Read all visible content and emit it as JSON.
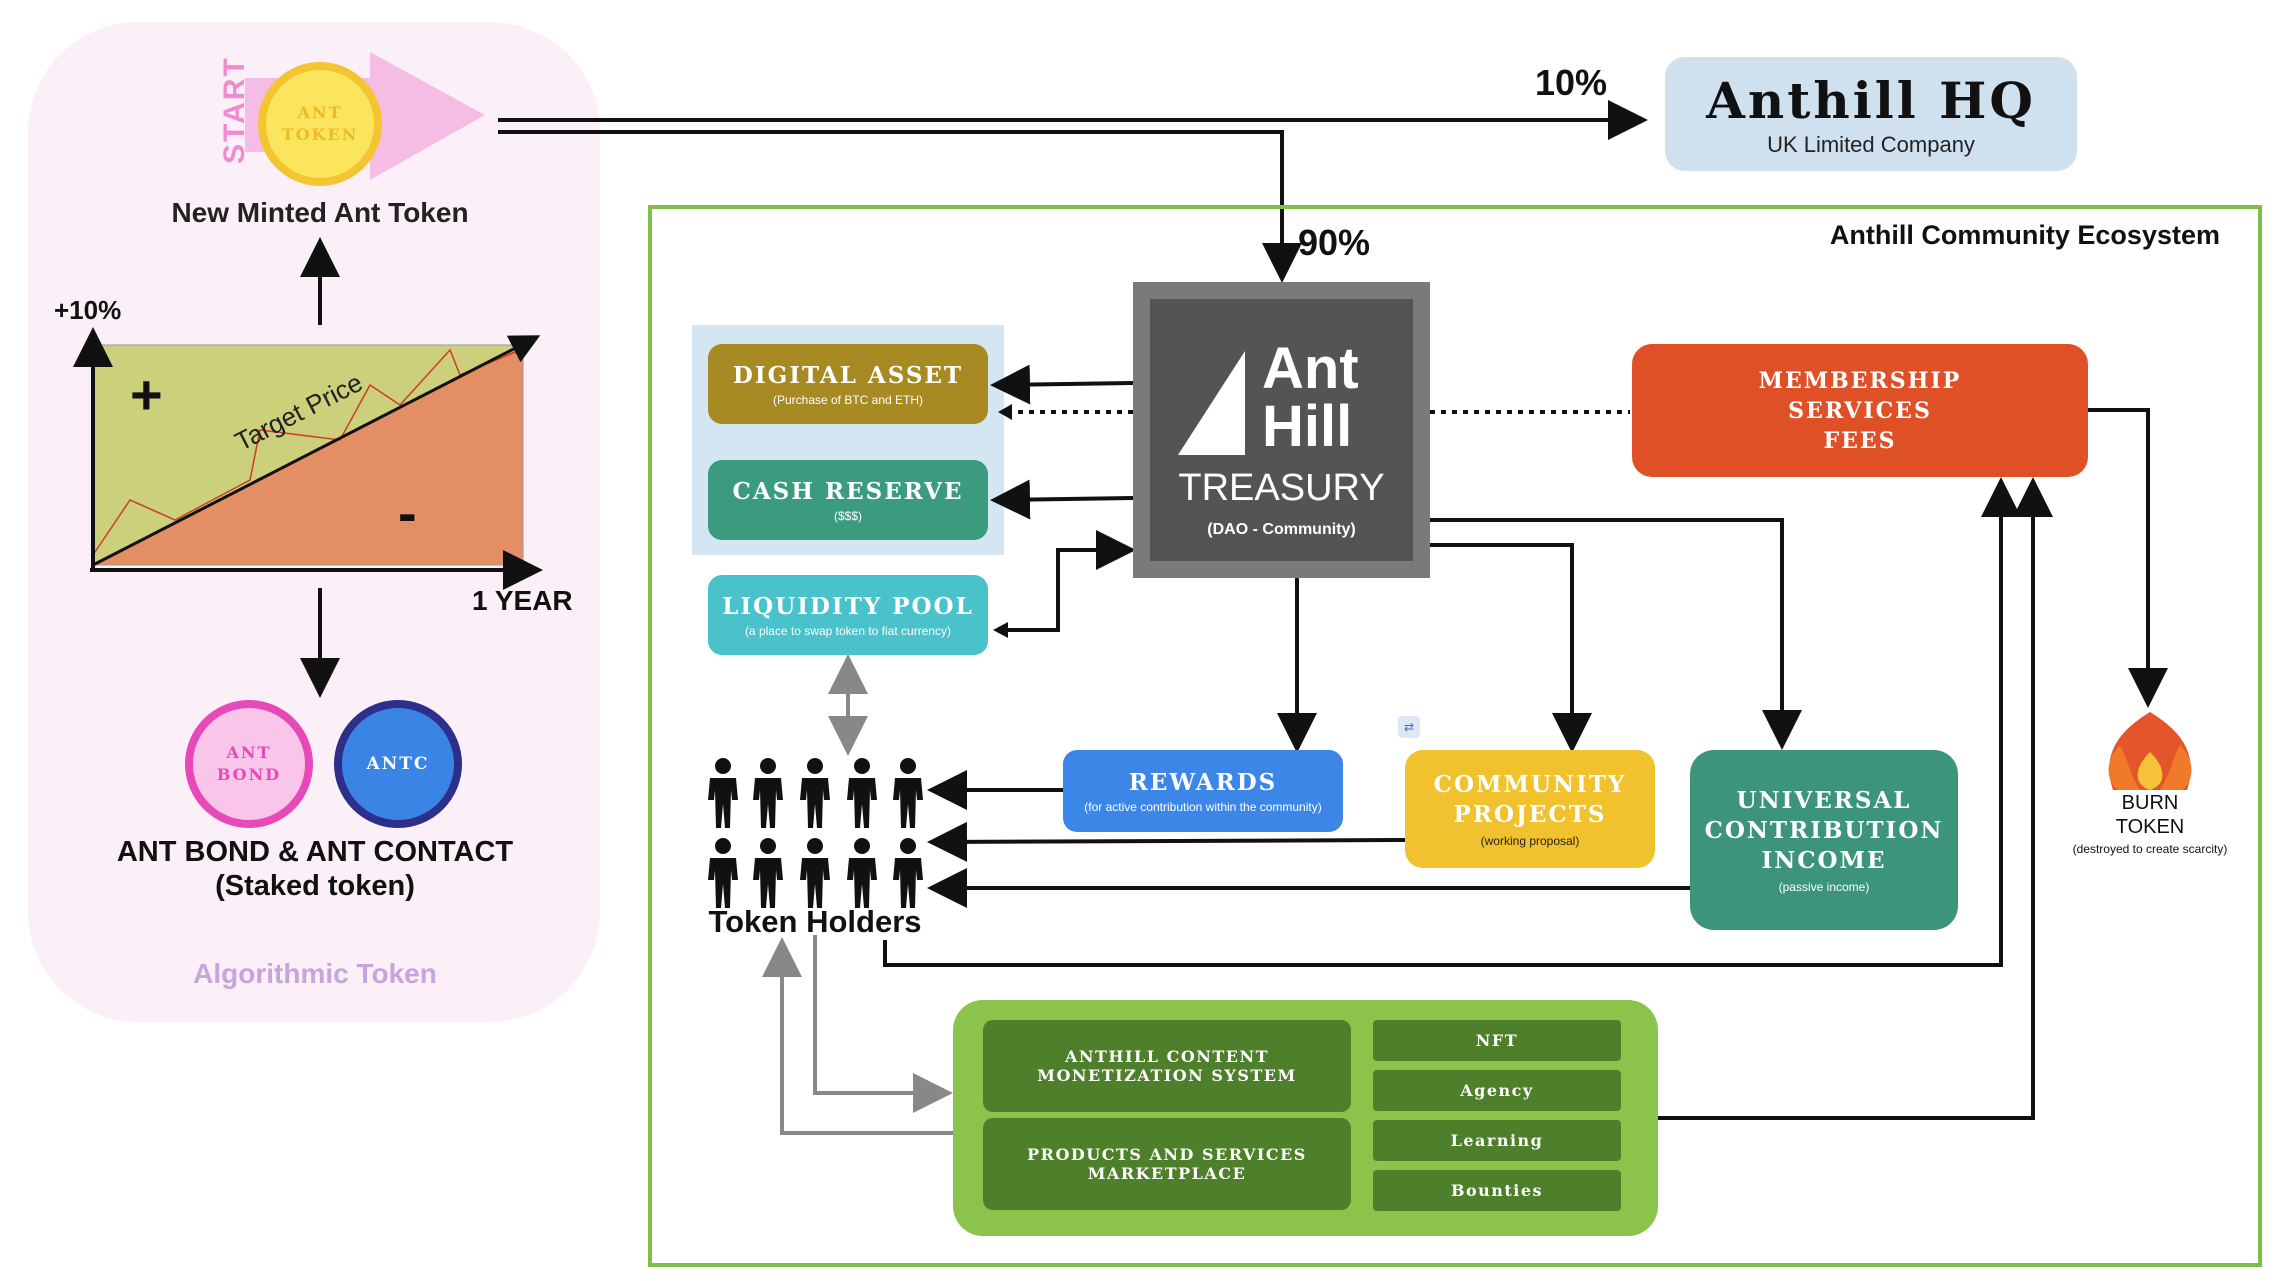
{
  "algorithmic": {
    "start": "START",
    "token_coin": "ANT TOKEN",
    "minted_label": "New Minted Ant Token",
    "plus10": "+10%",
    "plus_sign": "+",
    "minus_sign": "-",
    "target_price": "Target Price",
    "one_year": "1 YEAR",
    "bond_coin": "ANT BOND",
    "antc_coin": "ANTC",
    "staked_line1": "ANT BOND & ANT CONTACT",
    "staked_line2": "(Staked token)",
    "panel_title": "Algorithmic Token"
  },
  "flows": {
    "pct_hq": "10%",
    "pct_treasury": "90%"
  },
  "hq": {
    "title": "Anthill HQ",
    "subtitle": "UK Limited Company"
  },
  "ecosystem": {
    "title": "Anthill Community Ecosystem"
  },
  "treasury": {
    "logo_line1": "Ant",
    "logo_line2": "Hill",
    "title": "TREASURY",
    "subtitle": "(DAO - Community)"
  },
  "digital_asset": {
    "title": "DIGITAL ASSET",
    "sub": "(Purchase of BTC and ETH)"
  },
  "cash_reserve": {
    "title": "CASH RESERVE",
    "sub": "($$$)"
  },
  "liquidity_pool": {
    "title": "LIQUIDITY POOL",
    "sub": "(a place to swap token to fiat currency)"
  },
  "membership": {
    "line1": "MEMBERSHIP",
    "line2": "SERVICES",
    "line3": "FEES"
  },
  "rewards": {
    "title": "REWARDS",
    "sub": "(for active contribution within the community)"
  },
  "community_projects": {
    "line1": "COMMUNITY",
    "line2": "PROJECTS",
    "sub": "(working proposal)"
  },
  "uci": {
    "line1": "UNIVERSAL",
    "line2": "CONTRIBUTION",
    "line3": "INCOME",
    "sub": "(passive income)"
  },
  "burn": {
    "line1": "BURN",
    "line2": "TOKEN",
    "sub": "(destroyed to create scarcity)"
  },
  "token_holders": {
    "label": "Token Holders"
  },
  "marketplace": {
    "content_line1": "ANTHILL CONTENT",
    "content_line2": "MONETIZATION SYSTEM",
    "products_line1": "PRODUCTS AND SERVICES",
    "products_line2": "MARKETPLACE",
    "items": [
      "NFT",
      "Agency",
      "Learning",
      "Bounties"
    ]
  },
  "colors": {
    "pink_panel": "#fcf0f8",
    "gold": "#a88a22",
    "teal": "#3b9b7f",
    "cyan": "#49c2cc",
    "orange_red": "#e05027",
    "blue": "#3b86e6",
    "yellow": "#f2c12e",
    "green_teal": "#3c957a",
    "lime": "#8cc34a",
    "dark_green": "#4e7f2a",
    "hq_blue": "#cfe0ef"
  }
}
